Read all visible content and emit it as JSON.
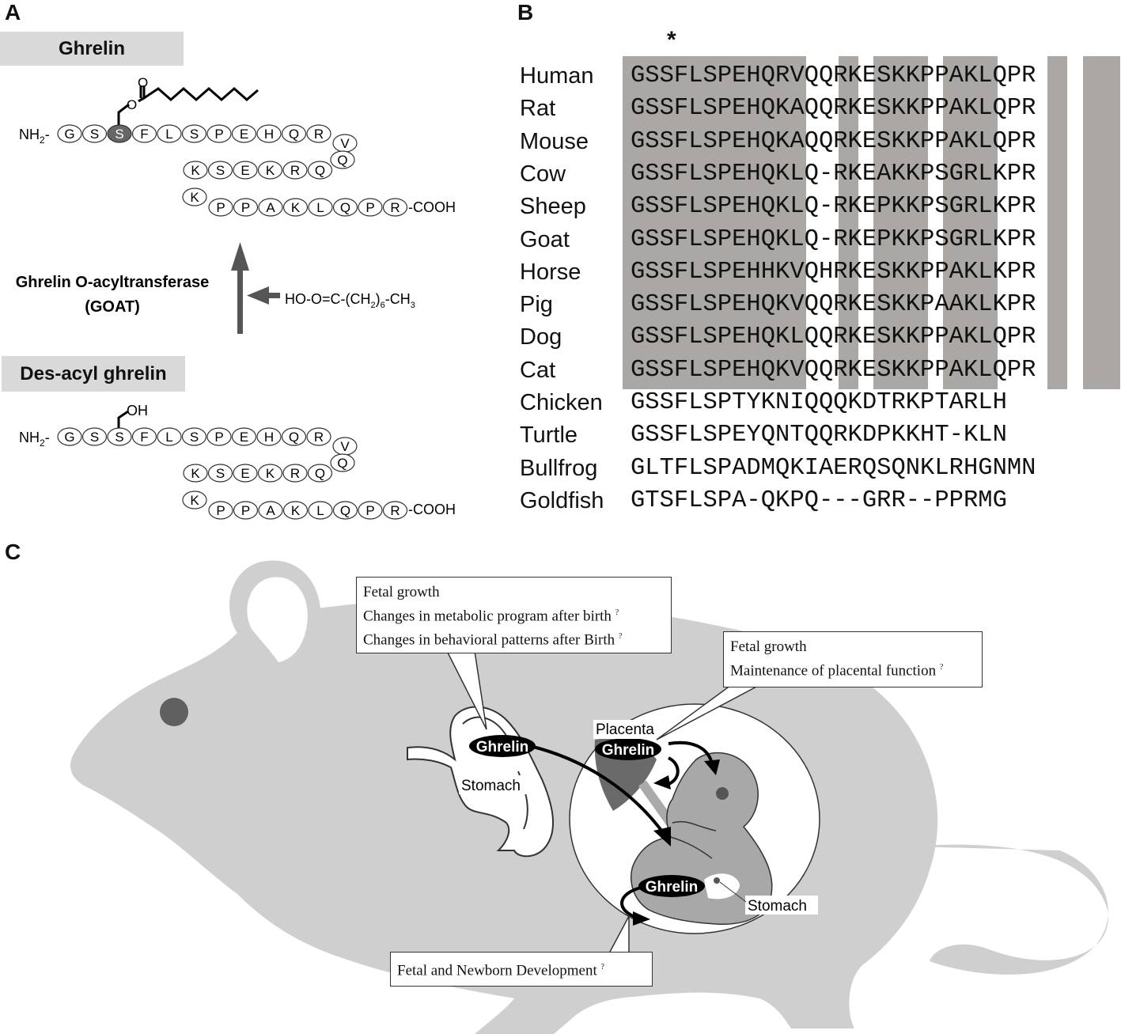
{
  "panel_a": {
    "letter": "A",
    "title_ghrelin": "Ghrelin",
    "title_desacyl": "Des-acyl ghrelin",
    "enzyme_line1": "Ghrelin O-acyltransferase",
    "enzyme_line2": "(GOAT)",
    "substrate": "HO-O=C-(CH",
    "substrate_sub": "2",
    "substrate_tail": ")",
    "substrate_sub2": "6",
    "substrate_end": "-CH",
    "substrate_sub3": "3",
    "n_terminus": "NH",
    "n_terminus_sub": "2",
    "c_terminus": "-COOH",
    "oxygen": "O",
    "hydroxyl": "OH",
    "row1": [
      "G",
      "S",
      "S",
      "F",
      "L",
      "S",
      "P",
      "E",
      "H",
      "Q",
      "R"
    ],
    "row2_turn": [
      "V",
      "Q"
    ],
    "row3": [
      "K",
      "S",
      "E",
      "K",
      "R",
      "Q"
    ],
    "row4_start": "K",
    "row4": [
      "P",
      "P",
      "A",
      "K",
      "L",
      "Q",
      "P",
      "R"
    ]
  },
  "panel_b": {
    "letter": "B",
    "asterisk": "*",
    "species": [
      "Human",
      "Rat",
      "Mouse",
      "Cow",
      "Sheep",
      "Goat",
      "Horse",
      "Pig",
      "Dog",
      "Cat",
      "Chicken",
      "Turtle",
      "Bullfrog",
      "Goldfish"
    ],
    "sequences": [
      "GSSFLSPEHQRVQQRKESKKPPAKLQPR",
      "GSSFLSPEHQKAQQRKESKKPPAKLQPR",
      "GSSFLSPEHQKAQQRKESKKPPAKLQPR",
      "GSSFLSPEHQKLQ-RKEAKKPSGRLKPR",
      "GSSFLSPEHQKLQ-RKEPKKPSGRLKPR",
      "GSSFLSPEHQKLQ-RKEPKKPSGRLKPR",
      "GSSFLSPEHHKVQHRKESKKPPAKLKPR",
      "GSSFLSPEHQKVQQRKESKKPAAKLKPR",
      "GSSFLSPEHQKLQQRKESKKPPAKLQPR",
      "GSSFLSPEHQKVQQRKESKKPPAKLQPR",
      "GSSFLSPTYKNIQQQKDTRKPTARLH",
      "GSSFLSPEYQNTQQRKDPKKHT-KLN",
      "GLTFLSPADMQKIAERQSQNKLRHGNMN",
      "GTSFLSPA-QKPQ---GRR--PPRMG"
    ],
    "shaded_columns": [
      [
        0,
        9
      ],
      [
        12,
        12
      ],
      [
        14,
        16
      ],
      [
        18,
        20
      ],
      [
        24,
        24
      ],
      [
        26,
        27
      ]
    ]
  },
  "panel_c": {
    "letter": "C",
    "callout_maternal": {
      "line1": "Fetal growth",
      "line2": "Changes in metabolic program after birth",
      "line3": "Changes in behavioral patterns after Birth",
      "mark": "?"
    },
    "callout_placenta": {
      "line1": "Fetal growth",
      "line2": "Maintenance of placental function",
      "mark": "?"
    },
    "callout_fetal": {
      "line1": "Fetal and Newborn Development",
      "mark": "?"
    },
    "label_ghrelin": "Ghrelin",
    "label_stomach": "Stomach",
    "label_placenta": "Placenta"
  }
}
